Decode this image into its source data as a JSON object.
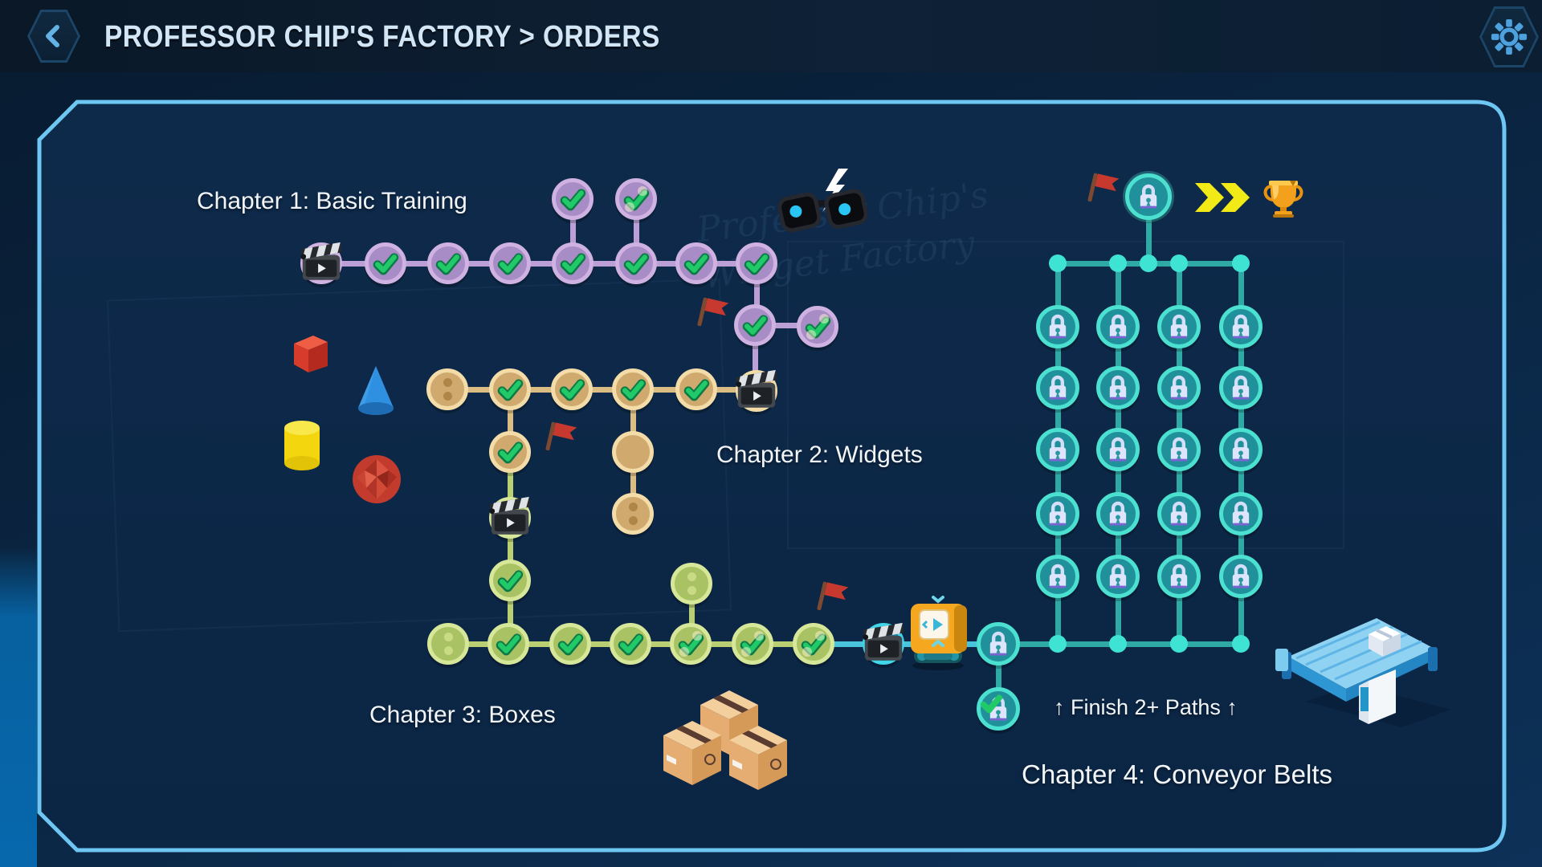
{
  "header": {
    "title": "PROFESSOR CHIP'S FACTORY > ORDERS",
    "back_icon": "chevron-left-icon",
    "settings_icon": "gear-icon"
  },
  "labels": {
    "chapter1": "Chapter 1: Basic Training",
    "chapter2": "Chapter 2: Widgets",
    "chapter3": "Chapter 3: Boxes",
    "chapter4": "Chapter 4: Conveyor Belts",
    "finish_hint": "↑ Finish 2+ Paths ↑"
  },
  "watermark": {
    "line1": "Professor Chip's",
    "line2": "Widget Factory"
  },
  "colors": {
    "page_bg": "#0a2440",
    "panel_fill": "#0e2a4a",
    "panel_border": "#6ec7f3",
    "header_bg": "#0e2136",
    "title_text": "#d3e6f5",
    "accent_blue": "#4da2de",
    "check_green": "#22c968",
    "flag_red": "#c7392e",
    "chevron_yellow": "#f2ea17",
    "trophy_gold": "#f3a01c",
    "lock_body": "#dde4fb",
    "chapters": {
      "purple": {
        "ring": "#cfb2e2",
        "fill": "#a78cc6",
        "line": "#bb9fd6",
        "dot": "#8f74ad"
      },
      "tan": {
        "ring": "#f3dca8",
        "fill": "#cfa96e",
        "line": "#dbbd84",
        "dot": "#b08648"
      },
      "green": {
        "ring": "#d6e79a",
        "fill": "#a9c263",
        "line": "#b9cf72",
        "dot": "#c9dc85"
      },
      "teal": {
        "ring": "#4be0d0",
        "fill": "#20909b",
        "line": "#2fa9a4",
        "dot": "#3fe3d4"
      },
      "cyan": {
        "ring": "#40d6e8",
        "fill": "#1789a8",
        "line": "#4ac4da",
        "dot": "#40d6e8"
      }
    }
  },
  "map": {
    "edges": [
      [
        400,
        328,
        942,
        328,
        "purple"
      ],
      [
        713,
        248,
        713,
        328,
        "purple"
      ],
      [
        792,
        248,
        792,
        328,
        "purple"
      ],
      [
        942,
        328,
        942,
        405,
        "purple"
      ],
      [
        940,
        405,
        1018,
        405,
        "purple"
      ],
      [
        940,
        405,
        940,
        470,
        "purple"
      ],
      [
        557,
        485,
        930,
        485,
        "tan"
      ],
      [
        635,
        485,
        635,
        563,
        "tan"
      ],
      [
        788,
        485,
        788,
        640,
        "tan"
      ],
      [
        635,
        570,
        635,
        802,
        "green"
      ],
      [
        861,
        727,
        861,
        802,
        "green"
      ],
      [
        558,
        802,
        1013,
        802,
        "green"
      ],
      [
        1013,
        802,
        1243,
        802,
        "cyan"
      ],
      [
        1243,
        802,
        1545,
        802,
        "teal"
      ],
      [
        1243,
        802,
        1243,
        883,
        "teal"
      ],
      [
        1430,
        270,
        1430,
        328,
        "teal"
      ],
      [
        1317,
        328,
        1545,
        328,
        "teal"
      ],
      [
        1317,
        328,
        1317,
        802,
        "teal"
      ],
      [
        1392,
        328,
        1392,
        802,
        "teal"
      ],
      [
        1468,
        328,
        1468,
        802,
        "teal"
      ],
      [
        1545,
        328,
        1545,
        802,
        "teal"
      ]
    ],
    "nodes": [
      [
        "clapper",
        "purple",
        400,
        328
      ],
      [
        "check",
        "purple",
        480,
        328
      ],
      [
        "check",
        "purple",
        558,
        328
      ],
      [
        "check",
        "purple",
        635,
        328
      ],
      [
        "check",
        "purple",
        713,
        328
      ],
      [
        "check",
        "purple",
        792,
        328
      ],
      [
        "check",
        "purple",
        867,
        328
      ],
      [
        "check",
        "purple",
        942,
        328
      ],
      [
        "check",
        "purple",
        713,
        248
      ],
      [
        "checkd",
        "purple",
        792,
        248
      ],
      [
        "check",
        "purple",
        940,
        405
      ],
      [
        "checkd",
        "purple",
        1018,
        407
      ],
      [
        "flag",
        "purple",
        886,
        398
      ],
      [
        "dots2",
        "tan",
        557,
        485
      ],
      [
        "check",
        "tan",
        635,
        485
      ],
      [
        "check",
        "tan",
        712,
        485
      ],
      [
        "check",
        "tan",
        788,
        485
      ],
      [
        "check",
        "tan",
        867,
        485
      ],
      [
        "clapper",
        "tan",
        942,
        487
      ],
      [
        "check",
        "tan",
        635,
        563
      ],
      [
        "flag",
        "tan",
        697,
        553
      ],
      [
        "plain",
        "tan",
        788,
        563
      ],
      [
        "dots2",
        "tan",
        788,
        640
      ],
      [
        "clapper",
        "green",
        635,
        645
      ],
      [
        "check",
        "green",
        635,
        723
      ],
      [
        "dots2",
        "green",
        861,
        727
      ],
      [
        "dots2",
        "green",
        558,
        802
      ],
      [
        "check",
        "green",
        633,
        802
      ],
      [
        "check",
        "green",
        710,
        802
      ],
      [
        "check",
        "green",
        785,
        802
      ],
      [
        "checkd",
        "green",
        860,
        802
      ],
      [
        "checkd",
        "green",
        937,
        802
      ],
      [
        "checkd",
        "green",
        1013,
        802
      ],
      [
        "flag",
        "green",
        1035,
        752
      ],
      [
        "clapper",
        "cyan",
        1100,
        802
      ],
      [
        "lock",
        "teal",
        1243,
        802
      ],
      [
        "lockcheck",
        "teal",
        1243,
        883
      ],
      [
        "flag",
        "teal",
        1372,
        243
      ],
      [
        "locktop",
        "teal",
        1430,
        245
      ],
      [
        "lock",
        "teal",
        1317,
        407
      ],
      [
        "lock",
        "teal",
        1392,
        407
      ],
      [
        "lock",
        "teal",
        1468,
        407
      ],
      [
        "lock",
        "teal",
        1545,
        407
      ],
      [
        "lock",
        "teal",
        1317,
        483
      ],
      [
        "lock",
        "teal",
        1392,
        483
      ],
      [
        "lock",
        "teal",
        1468,
        483
      ],
      [
        "lock",
        "teal",
        1545,
        483
      ],
      [
        "lock",
        "teal",
        1317,
        560
      ],
      [
        "lock",
        "teal",
        1392,
        560
      ],
      [
        "lock",
        "teal",
        1468,
        560
      ],
      [
        "lock",
        "teal",
        1545,
        560
      ],
      [
        "lock",
        "teal",
        1317,
        640
      ],
      [
        "lock",
        "teal",
        1392,
        640
      ],
      [
        "lock",
        "teal",
        1468,
        640
      ],
      [
        "lock",
        "teal",
        1545,
        640
      ],
      [
        "lock",
        "teal",
        1317,
        718
      ],
      [
        "lock",
        "teal",
        1392,
        718
      ],
      [
        "lock",
        "teal",
        1468,
        718
      ],
      [
        "lock",
        "teal",
        1545,
        718
      ],
      [
        "dot",
        "teal",
        1317,
        328
      ],
      [
        "dot",
        "teal",
        1392,
        328
      ],
      [
        "dot",
        "teal",
        1430,
        328
      ],
      [
        "dot",
        "teal",
        1468,
        328
      ],
      [
        "dot",
        "teal",
        1545,
        328
      ],
      [
        "dot",
        "teal",
        1317,
        802
      ],
      [
        "dot",
        "teal",
        1392,
        802
      ],
      [
        "dot",
        "teal",
        1468,
        802
      ],
      [
        "dot",
        "teal",
        1545,
        802
      ]
    ]
  }
}
